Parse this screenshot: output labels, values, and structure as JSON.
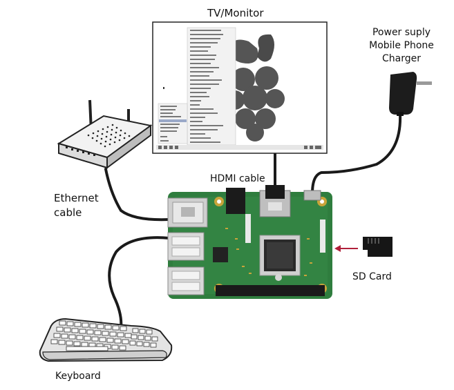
{
  "labels": {
    "tv_monitor": "TV/Monitor",
    "power_line1": "Power suply",
    "power_line2": "Mobile Phone",
    "power_line3": "Charger",
    "ethernet_line1": "Ethernet",
    "ethernet_line2": "cable",
    "hdmi": "HDMI cable",
    "sd_card": "SD Card",
    "keyboard": "Keyboard"
  },
  "colors": {
    "board": "#2f7d3e",
    "board_dark": "#1f5e2c",
    "gold": "#c9a43a",
    "cable": "#1a1a1a",
    "arrow": "#b0203a",
    "logo": "#555555"
  }
}
